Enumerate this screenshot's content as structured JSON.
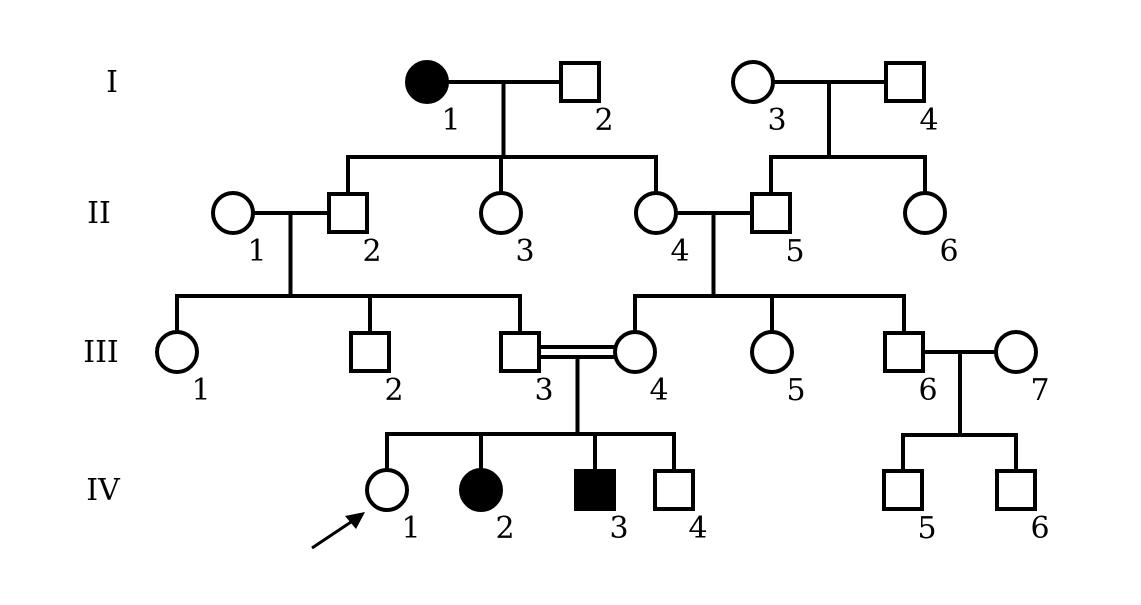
{
  "generations": [
    "I",
    "II",
    "III",
    "IV"
  ],
  "individuals": [
    {
      "id": "I-1",
      "gen": 0,
      "num": "1",
      "sex": "female",
      "affected": true
    },
    {
      "id": "I-2",
      "gen": 0,
      "num": "2",
      "sex": "male",
      "affected": false
    },
    {
      "id": "I-3",
      "gen": 0,
      "num": "3",
      "sex": "female",
      "affected": false
    },
    {
      "id": "I-4",
      "gen": 0,
      "num": "4",
      "sex": "male",
      "affected": false
    },
    {
      "id": "II-1",
      "gen": 1,
      "num": "1",
      "sex": "female",
      "affected": false
    },
    {
      "id": "II-2",
      "gen": 1,
      "num": "2",
      "sex": "male",
      "affected": false
    },
    {
      "id": "II-3",
      "gen": 1,
      "num": "3",
      "sex": "female",
      "affected": false
    },
    {
      "id": "II-4",
      "gen": 1,
      "num": "4",
      "sex": "female",
      "affected": false
    },
    {
      "id": "II-5",
      "gen": 1,
      "num": "5",
      "sex": "male",
      "affected": false
    },
    {
      "id": "II-6",
      "gen": 1,
      "num": "6",
      "sex": "female",
      "affected": false
    },
    {
      "id": "III-1",
      "gen": 2,
      "num": "1",
      "sex": "female",
      "affected": false
    },
    {
      "id": "III-2",
      "gen": 2,
      "num": "2",
      "sex": "male",
      "affected": false
    },
    {
      "id": "III-3",
      "gen": 2,
      "num": "3",
      "sex": "male",
      "affected": false
    },
    {
      "id": "III-4",
      "gen": 2,
      "num": "4",
      "sex": "female",
      "affected": false
    },
    {
      "id": "III-5",
      "gen": 2,
      "num": "5",
      "sex": "female",
      "affected": false
    },
    {
      "id": "III-6",
      "gen": 2,
      "num": "6",
      "sex": "male",
      "affected": false
    },
    {
      "id": "III-7",
      "gen": 2,
      "num": "7",
      "sex": "female",
      "affected": false
    },
    {
      "id": "IV-1",
      "gen": 3,
      "num": "1",
      "sex": "female",
      "affected": false,
      "proband": true
    },
    {
      "id": "IV-2",
      "gen": 3,
      "num": "2",
      "sex": "female",
      "affected": true
    },
    {
      "id": "IV-3",
      "gen": 3,
      "num": "3",
      "sex": "male",
      "affected": true
    },
    {
      "id": "IV-4",
      "gen": 3,
      "num": "4",
      "sex": "male",
      "affected": false
    },
    {
      "id": "IV-5",
      "gen": 3,
      "num": "5",
      "sex": "male",
      "affected": false
    },
    {
      "id": "IV-6",
      "gen": 3,
      "num": "6",
      "sex": "male",
      "affected": false
    }
  ],
  "couples": [
    {
      "partners": [
        "I-1",
        "I-2"
      ],
      "children": [
        "II-2",
        "II-3",
        "II-4"
      ],
      "consanguineous": false
    },
    {
      "partners": [
        "I-3",
        "I-4"
      ],
      "children": [
        "II-5",
        "II-6"
      ],
      "consanguineous": false
    },
    {
      "partners": [
        "II-1",
        "II-2"
      ],
      "children": [
        "III-1",
        "III-2",
        "III-3"
      ],
      "consanguineous": false
    },
    {
      "partners": [
        "II-4",
        "II-5"
      ],
      "children": [
        "III-4",
        "III-5",
        "III-6"
      ],
      "consanguineous": false
    },
    {
      "partners": [
        "III-3",
        "III-4"
      ],
      "children": [
        "IV-1",
        "IV-2",
        "IV-3",
        "IV-4"
      ],
      "consanguineous": true
    },
    {
      "partners": [
        "III-6",
        "III-7"
      ],
      "children": [
        "IV-5",
        "IV-6"
      ],
      "consanguineous": false
    }
  ],
  "colors": {
    "stroke": "#000000",
    "affected_fill": "#000000",
    "unaffected_fill": "#ffffff"
  }
}
